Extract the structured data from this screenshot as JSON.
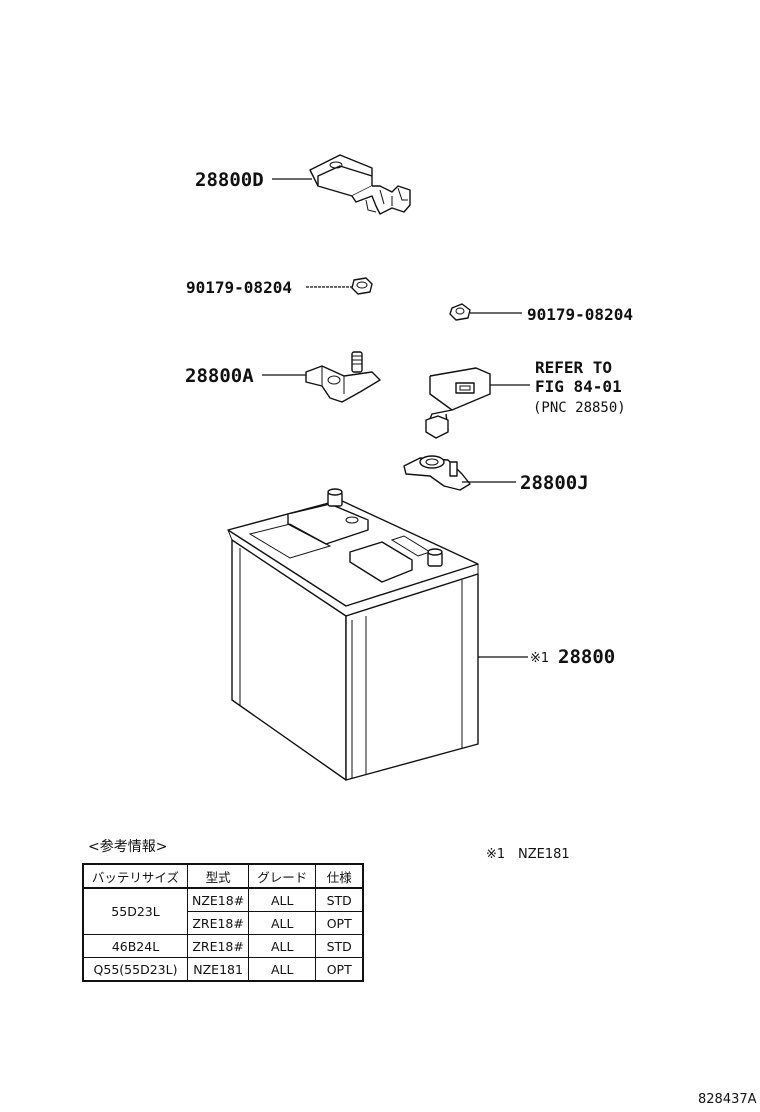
{
  "callouts": {
    "bracket": "28800D",
    "nut_left": "90179-08204",
    "nut_right": "90179-08204",
    "clamp_a": "28800A",
    "refer_line1": "REFER TO",
    "refer_line2": "FIG 84-01",
    "refer_line3": "(PNC 28850)",
    "clamp_j": "28800J",
    "battery_mark": "※1",
    "battery": "28800"
  },
  "footnote": {
    "mark": "※1",
    "text": "NZE181"
  },
  "reference_table": {
    "title": "<参考情報>",
    "headers": [
      "バッテリサイズ",
      "型式",
      "グレード",
      "仕様"
    ],
    "rows": [
      {
        "size": "55D23L",
        "model": "NZE18#",
        "grade": "ALL",
        "spec": "STD"
      },
      {
        "size": "",
        "model": "ZRE18#",
        "grade": "ALL",
        "spec": "OPT"
      },
      {
        "size": "46B24L",
        "model": "ZRE18#",
        "grade": "ALL",
        "spec": "STD"
      },
      {
        "size": "Q55(55D23L)",
        "model": "NZE181",
        "grade": "ALL",
        "spec": "OPT"
      }
    ]
  },
  "figure_id": "828437A"
}
